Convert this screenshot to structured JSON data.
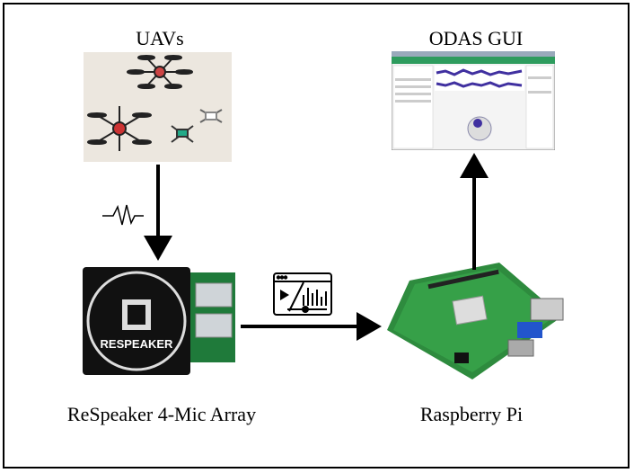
{
  "nodes": {
    "uavs": {
      "label": "UAVs"
    },
    "odas_gui": {
      "label": "ODAS GUI"
    },
    "respeaker": {
      "label": "ReSpeaker 4-Mic Array",
      "board_text": "RESPEAKER"
    },
    "raspberry_pi": {
      "label": "Raspberry Pi"
    }
  }
}
